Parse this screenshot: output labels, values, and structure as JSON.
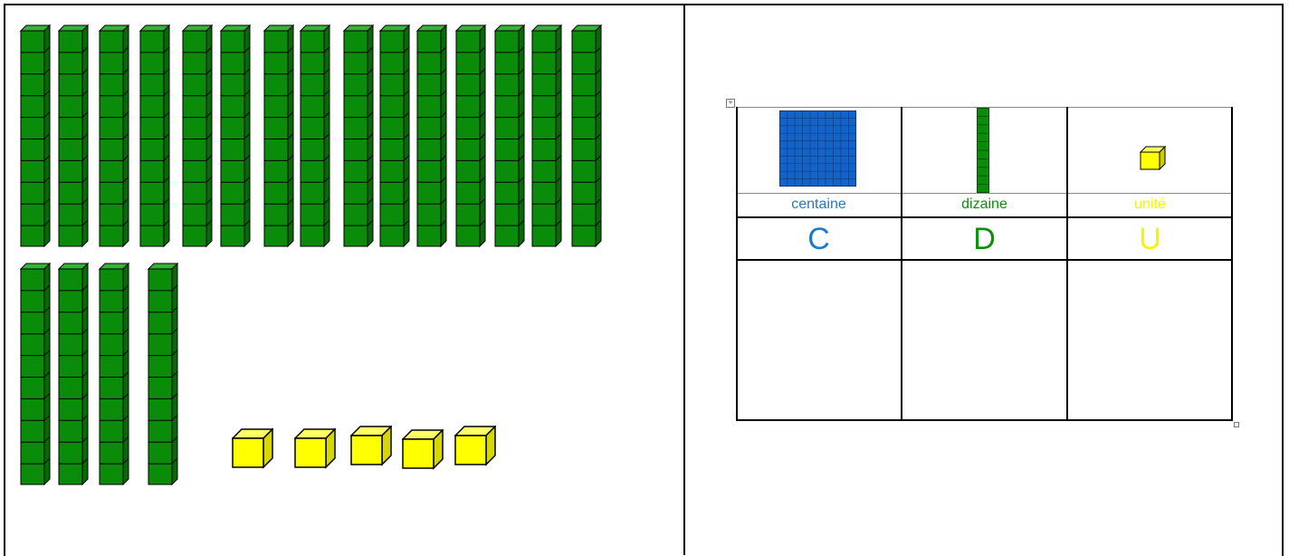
{
  "left_panel": {
    "tens_rods_row1": 15,
    "tens_rods_row2": 4,
    "unit_cubes": 5
  },
  "table": {
    "images": [
      "hundred-flat",
      "ten-rod",
      "unit-cube"
    ],
    "labels": [
      "centaine",
      "dizaine",
      "unité"
    ],
    "headers": [
      "C",
      "D",
      "U"
    ],
    "entries": [
      "",
      "",
      ""
    ]
  },
  "colors": {
    "centaine": "#1e7ac8",
    "dizaine": "#0b8f0b",
    "unite": "#f5f500",
    "rod_green": "#0a8c0a",
    "cube_yellow": "#ffff00",
    "flat_blue": "#1463c8"
  }
}
